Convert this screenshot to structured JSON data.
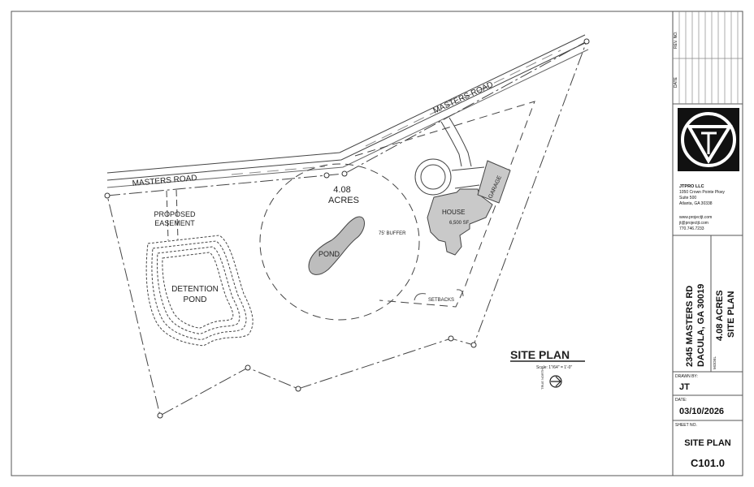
{
  "plan": {
    "road_label_top": "MASTERS ROAD",
    "road_label_left": "MASTERS ROAD",
    "acreage_line1": "4.08",
    "acreage_line2": "ACRES",
    "easement_line1": "PROPOSED",
    "easement_line2": "EASEMENT",
    "detention_line1": "DETENTION",
    "detention_line2": "POND",
    "pond_label": "POND",
    "house_label": "HOUSE",
    "house_area": "6,500 SF",
    "garage_label": "GARAGE",
    "buffer_label": "75' BUFFER",
    "setbacks_label": "SETBACKS",
    "site_plan_title": "SITE PLAN",
    "scale_note": "Scale: 1\"/64\" = 1'-0\"",
    "true_north": "TRUE NORTH"
  },
  "title_block": {
    "rev_no_header": "REV. NO.",
    "date_header": "DATE",
    "company": "JTPRO LLC",
    "address1": "1050 Crown Pointe Pkwy",
    "address2": "Suite 500",
    "address3": "Atlanta, GA 30338",
    "website": "www.projectjt.com",
    "email": "jt@projectjt.com",
    "phone": "770.746.7233",
    "project_address1": "2345 MASTERS RD",
    "project_address2": "DACULA, GA 30019",
    "model_line1": "4.08 ACRES",
    "model_line2": "SITE PLAN",
    "model_header": "MODEL",
    "drawn_by_header": "DRAWN BY:",
    "drawn_by": "JT",
    "date_label": "DATE:",
    "date_value": "03/10/2026",
    "sheet_no_header": "SHEET NO.",
    "sheet_title": "SITE PLAN",
    "sheet_number": "C101.0"
  },
  "colors": {
    "line": "#333333",
    "fill_building": "#c9c9c9",
    "fill_pond": "#bdbdbd",
    "logo_bg": "#111111"
  },
  "icons": {
    "logo": "jt-logo-icon",
    "north_arrow": "north-arrow-icon"
  }
}
